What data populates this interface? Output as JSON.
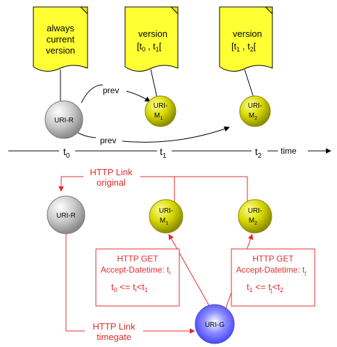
{
  "notes": {
    "current": {
      "lines": [
        "always",
        "current",
        "version"
      ]
    },
    "m1": {
      "line1": "version",
      "start_t": "t",
      "start_sub": "0",
      "end_t": "t",
      "end_sub": "1",
      "close": "["
    },
    "m2": {
      "line1": "version",
      "start_t": "t",
      "start_sub": "1",
      "end_t": "t",
      "end_sub": "2",
      "close": "["
    }
  },
  "nodes": {
    "uri_r_top": {
      "label": "URI-R"
    },
    "m1_top": {
      "line1": "URI-",
      "line2": "M",
      "sub": "1"
    },
    "m2_top": {
      "line1": "URI-",
      "line2": "M",
      "sub": "2"
    },
    "uri_r_bottom": {
      "label": "URI-R"
    },
    "m1_bottom": {
      "line1": "URI-",
      "line2": "M",
      "sub": "1"
    },
    "m2_bottom": {
      "line1": "URI-",
      "line2": "M",
      "sub": "2"
    },
    "uri_g": {
      "label": "URI-G"
    }
  },
  "links": {
    "prev_upper": "prev",
    "prev_lower": "prev"
  },
  "timeline": {
    "t0": {
      "t": "t",
      "sub": "0"
    },
    "t1": {
      "t": "t",
      "sub": "1"
    },
    "t2": {
      "t": "t",
      "sub": "2"
    },
    "axis_label": "time"
  },
  "http": {
    "original_line1": "HTTP Link",
    "original_line2": "original",
    "timegate_line1": "HTTP Link",
    "timegate_line2": "timegate",
    "left_box": {
      "line1": "HTTP GET",
      "line2": "Accept-Datetime: t",
      "line2_sub": "i",
      "cond_a": "t",
      "cond_a_sub": "0",
      "cond_op": "<=",
      "cond_b": "t",
      "cond_b_sub": "i",
      "cond_lt": "<",
      "cond_c": "t",
      "cond_c_sub": "1"
    },
    "right_box": {
      "line1": "HTTP GET",
      "line2": "Accept-Datetime: t",
      "line2_sub": "j",
      "cond_a": "t",
      "cond_a_sub": "1",
      "cond_op": "<=",
      "cond_b": "t",
      "cond_b_sub": "j",
      "cond_lt": "<",
      "cond_c": "t",
      "cond_c_sub": "2"
    }
  },
  "colors": {
    "note_fill": "#ffff33",
    "memento_fill": "#d4d400",
    "original_fill": "#c8c8c8",
    "timegate_fill": "#6464ff",
    "http_red": "#e32b2b"
  }
}
